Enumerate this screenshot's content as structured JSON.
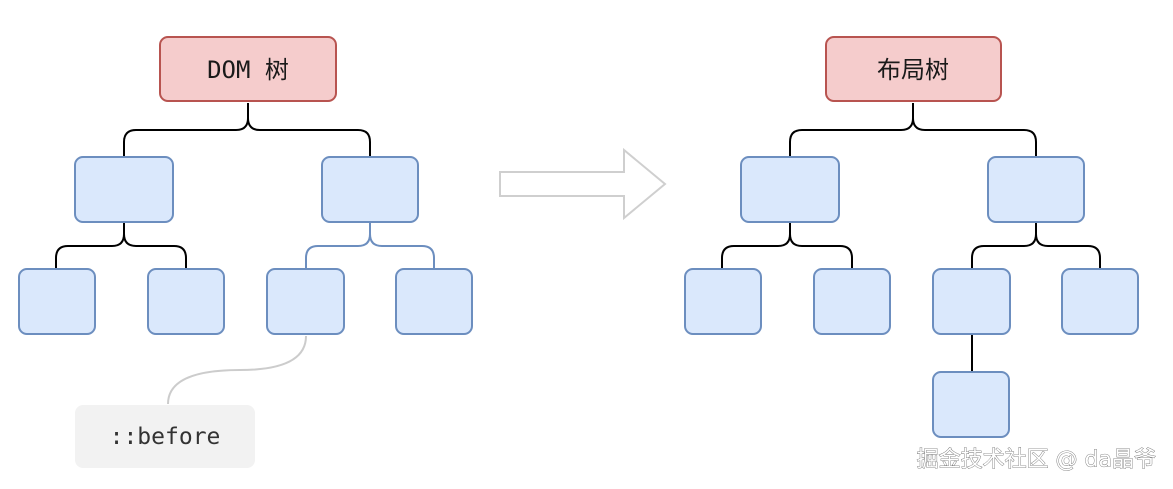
{
  "left_tree": {
    "root_label": "DOM 树",
    "pseudo_element_label": "::before"
  },
  "right_tree": {
    "root_label": "布局树"
  },
  "watermark": "掘金技术社区 @ da晶爷",
  "colors": {
    "root_fill": "#f5cccc",
    "root_stroke": "#b85450",
    "node_fill": "#dae8fc",
    "node_stroke": "#6c8ebf",
    "edge": "#000000",
    "pseudo_edge": "#6c8ebf",
    "callout_line": "#cccccc",
    "callout_fill": "#f2f2f2",
    "arrow_stroke": "#cfcfcf"
  }
}
